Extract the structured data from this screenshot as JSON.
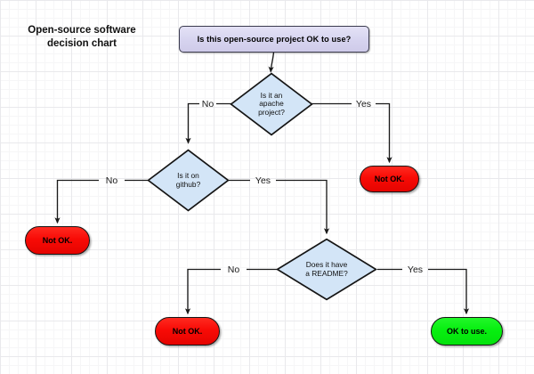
{
  "title": "Open-source software\ndecision chart",
  "colors": {
    "start_fill": "#d6d3ef",
    "decision_fill": "#d3e5f7",
    "not_ok_fill": "#f80b06",
    "ok_fill": "#07ef10",
    "stroke": "#151515",
    "grid_minor": "#f6f6f7",
    "grid_major": "#e9e9ec",
    "background": "#ffffff"
  },
  "nodes": {
    "start": {
      "text": "Is this open-source project OK to use?",
      "shape": "rounded-rectangle"
    },
    "apache": {
      "text": "Is it an\napache\nproject?",
      "shape": "diamond"
    },
    "github": {
      "text": "Is it on\ngithub?",
      "shape": "diamond"
    },
    "readme": {
      "text": "Does it have\na README?",
      "shape": "diamond"
    },
    "not_ok_apache": {
      "text": "Not OK.",
      "shape": "pill"
    },
    "not_ok_github": {
      "text": "Not OK.",
      "shape": "pill"
    },
    "not_ok_readme": {
      "text": "Not OK.",
      "shape": "pill"
    },
    "ok_to_use": {
      "text": "OK to use.",
      "shape": "pill"
    }
  },
  "edges": {
    "apache_no": "No",
    "apache_yes": "Yes",
    "github_no": "No",
    "github_yes": "Yes",
    "readme_no": "No",
    "readme_yes": "Yes"
  }
}
